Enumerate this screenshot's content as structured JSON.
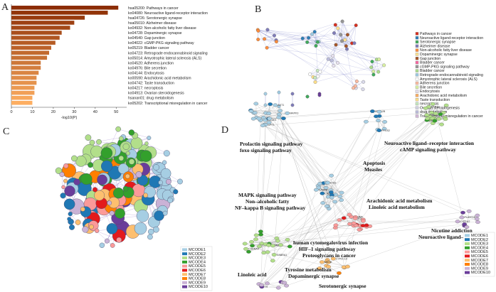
{
  "panels": {
    "a": "A",
    "b": "B",
    "c": "C",
    "d": "D"
  },
  "panelA": {
    "xlabel": "-log10(P)",
    "ticks": [
      "0",
      "10",
      "20",
      "30",
      "40",
      "50"
    ]
  },
  "chart_data": {
    "type": "bar",
    "orientation": "horizontal",
    "categories": [
      "hsa05200: Pathways in cancer",
      "ko04080: Neuroactive ligand-receptor interaction",
      "hsa04726: Serotonergic synapse",
      "hsa05010: Alzheimer disease",
      "ko04932: Non-alcoholic fatty liver disease",
      "ko04728: Dopaminergic synapse",
      "ko04540: Gap junction",
      "ko04022: cGMP-PKG signaling pathway",
      "ko05219: Bladder cancer",
      "ko04723: Retrograde endocannabinoid signaling",
      "ko05014: Amyotrophic lateral sclerosis (ALS)",
      "ko04520: Adherens junction",
      "ko04976: Bile secretion",
      "ko04144: Endocytosis",
      "ko00590: Arachidonic acid metabolism",
      "ko04742: Taste transduction",
      "ko04217: necroptosis",
      "ko04913: Ovarian steroidogenesis",
      "hsanan01: drug metabolism",
      "ko05202: Transcriptional misregulation in cancer"
    ],
    "values": [
      51,
      46,
      35,
      30,
      28,
      24,
      23,
      21,
      19,
      18,
      17,
      14,
      14,
      13,
      12,
      12,
      11,
      11,
      10,
      10
    ],
    "xlabel": "-log10(P)",
    "xlim": [
      0,
      55
    ]
  },
  "panelB": {
    "legend": [
      {
        "label": "Pathways in cancer",
        "color": "#d7301f"
      },
      {
        "label": "Neuroactive ligand-receptor interaction",
        "color": "#2c7fb8"
      },
      {
        "label": "Serotonergic synapse",
        "color": "#41ab5d"
      },
      {
        "label": "Alzheimer disease",
        "color": "#807dba"
      },
      {
        "label": "Non-alcoholic fatty liver disease",
        "color": "#fd8d3c"
      },
      {
        "label": "Dopaminergic synapse",
        "color": "#fee391"
      },
      {
        "label": "Gap junction",
        "color": "#a65628"
      },
      {
        "label": "Bladder cancer",
        "color": "#f768a1"
      },
      {
        "label": "cGMP-PKG signaling pathway",
        "color": "#969696"
      },
      {
        "label": "Bladder cancer",
        "color": "#addd8e"
      },
      {
        "label": "Retrograde endocannabinoid signaling",
        "color": "#9ecae1"
      },
      {
        "label": "Amyotrophic lateral sclerosis (ALS)",
        "color": "#ffffff"
      },
      {
        "label": "Adherens junction",
        "color": "#fcbba1"
      },
      {
        "label": "Bile secretion",
        "color": "#d9f0a3"
      },
      {
        "label": "Endocytosis",
        "color": "#e7e1ef"
      },
      {
        "label": "Arachidonic acid metabolism",
        "color": "#fdae61"
      },
      {
        "label": "Taste transduction",
        "color": "#fee08b"
      },
      {
        "label": "necroptosis",
        "color": "#c7e9c0"
      },
      {
        "label": "Ovarian steroidogenesis",
        "color": "#dadaeb"
      },
      {
        "label": "drug metabolism",
        "color": "#bcbddc"
      },
      {
        "label": "Transcriptional misregulation in cancer",
        "color": "#d4b9da"
      }
    ]
  },
  "modules": [
    {
      "label": "MCODE1",
      "color": "#a6cee3"
    },
    {
      "label": "MCODE2",
      "color": "#1f78b4"
    },
    {
      "label": "MCODE3",
      "color": "#b2df8a"
    },
    {
      "label": "MCODE4",
      "color": "#33a02c"
    },
    {
      "label": "MCODE5",
      "color": "#fb9a99"
    },
    {
      "label": "MCODE6",
      "color": "#e31a1c"
    },
    {
      "label": "MCODE7",
      "color": "#fdbf6f"
    },
    {
      "label": "MCODE8",
      "color": "#ff7f00"
    },
    {
      "label": "MCODE9",
      "color": "#cab2d6"
    },
    {
      "label": "MCODE10",
      "color": "#6a3d9a"
    }
  ],
  "panelD": {
    "annotations": [
      "Prolactin signaling pathway",
      "foxo signaling pathway",
      "Neuroactive ligand–receptor interaction",
      "cAMP signaling pathway",
      "Apoptosis",
      "Measles",
      "MAPK signaling pathway",
      "Non–alcoholic fatty",
      "NF–kappa B signaling pathway",
      "Arachidonic acid metabolism",
      "Linoleic acid metabolism",
      "Nicotine addiction",
      "Neuroactive ligand–receptor",
      "human cytomegalovirus infection",
      "HIF–1 signaling pathway",
      "Proteoglycans in cancer",
      "Tyrosine metabolism",
      "Dopaminergic synapse",
      "Linoleic acid",
      "Serotonergic synapse"
    ],
    "node_labels": [
      "PIK3C1",
      "CPT1",
      "MAPK3",
      "AKT1",
      "HTR1B",
      "DRD2",
      "HTR2A",
      "ADRA2B",
      "PTGS2",
      "NOS3",
      "CASP3",
      "CASP8",
      "BCL2",
      "TNF",
      "IL6",
      "PLA2G1B",
      "CYP1A2",
      "CHRNA4",
      "GABRA1",
      "GRIA2",
      "CYP2C19",
      "MAOB",
      "TH",
      "SLC6A4"
    ]
  }
}
